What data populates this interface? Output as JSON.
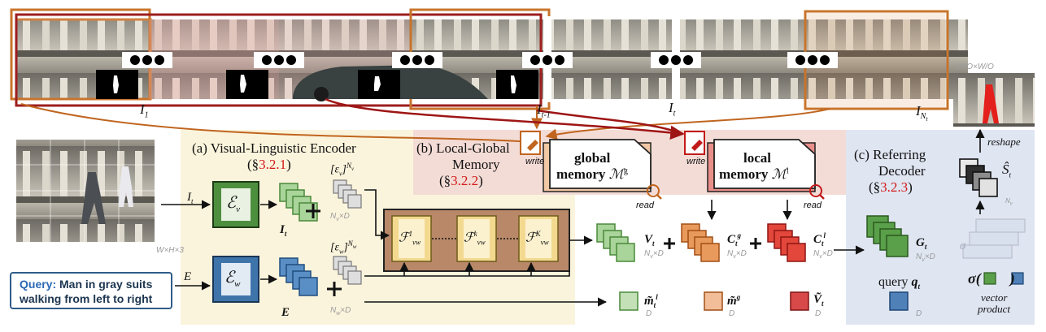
{
  "frames": {
    "frame_1_label": "I",
    "frame_1_sub": "1",
    "frame_t1_label": "I",
    "frame_t1_sub": "t-1",
    "frame_t_label": "I",
    "frame_t_sub": "t",
    "frame_n_label": "I",
    "frame_n_sub": "N",
    "frame_n_subsub": "t",
    "output_size": "W/O×W/O"
  },
  "input": {
    "size_label": "W×H×3",
    "it_label": "I",
    "it_sub": "t",
    "e_label": "E",
    "query_prefix": "Query:",
    "query_line1": "Man in gray suits",
    "query_line2": "walking from left to right"
  },
  "encoder": {
    "title": "(a) Visual-Linguistic Encoder",
    "section_pre": "(§",
    "section_num": "3.2.1",
    "section_post": ")",
    "ev_label": "ℰ",
    "ev_sub": "v",
    "ew_label": "ℰ",
    "ew_sub": "w",
    "it_feat": "I",
    "it_feat_sub": "t",
    "e_feat": "E",
    "eps_v": "[ε",
    "eps_v_sub": "v",
    "eps_v_sup": "]",
    "eps_v_power": "N",
    "eps_v_power_sub": "v",
    "eps_w": "[ε",
    "eps_w_sub": "w",
    "eps_w_sup": "]",
    "eps_w_power": "N",
    "eps_w_power_sub": "w",
    "nv_d": "N",
    "nv_d_sub": "v",
    "nv_d_tail": "×D",
    "nw_d": "N",
    "nw_d_sub": "w",
    "nw_d_tail": "×D",
    "fusion_1": "ℱ",
    "fusion_1_sup": "1",
    "fusion_1_sub": "vw",
    "fusion_k": "ℱ",
    "fusion_k_sup": "k",
    "fusion_k_sub": "vw",
    "fusion_K": "ℱ",
    "fusion_K_sup": "K",
    "fusion_K_sub": "vw"
  },
  "memory": {
    "title_line1": "(b) Local-Global",
    "title_line2": "Memory",
    "section_pre": "(§",
    "section_num": "3.2.2",
    "section_post": ")",
    "global_line1": "global",
    "global_line2": "memory",
    "global_sym": "ℳ",
    "global_sup": "g",
    "local_line1": "local",
    "local_line2": "memory",
    "local_sym": "ℳ",
    "local_sup": "l",
    "write_label": "write",
    "read_label": "read"
  },
  "features": {
    "vt": "V",
    "vt_sub": "t",
    "cg": "C",
    "cg_sub": "t",
    "cg_sup": "g",
    "cl": "C",
    "cl_sub": "t",
    "cl_sup": "l",
    "nvd": "N",
    "nvd_sub": "v",
    "nvd_tail": "×D",
    "ml": "m̃",
    "ml_sub": "t",
    "ml_sup": "l",
    "mg": "m̃",
    "mg_sup": "g",
    "vtilde": "Ṽ",
    "vtilde_sub": "t",
    "d": "D"
  },
  "decoder": {
    "title_line1": "(c) Referring",
    "title_line2": "Decoder",
    "section_pre": "(§",
    "section_num": "3.2.3",
    "section_post": ")",
    "gt": "G",
    "gt_sub": "t",
    "query_word": "query",
    "qt": "q",
    "qt_sub": "t",
    "st": "Ŝ",
    "st_sub": "t",
    "reshape": "reshape",
    "sigma": "σ",
    "nv": "N",
    "nv_sub": "v",
    "vector_line1": "vector",
    "vector_line2": "product"
  },
  "colors": {
    "frame_orange": "#c8742b",
    "frame_darkred": "#9e1e1e",
    "frame_pink": "#e7a7a4",
    "encoder_bg": "#fbf4dc",
    "memory_bg": "#f4dcd6",
    "decoder_bg": "#dfe5f1",
    "green": "#4f9e43",
    "blue": "#3b73b0",
    "orange": "#e07b36",
    "red": "#d33b30",
    "fusion_bg": "#b88868"
  }
}
